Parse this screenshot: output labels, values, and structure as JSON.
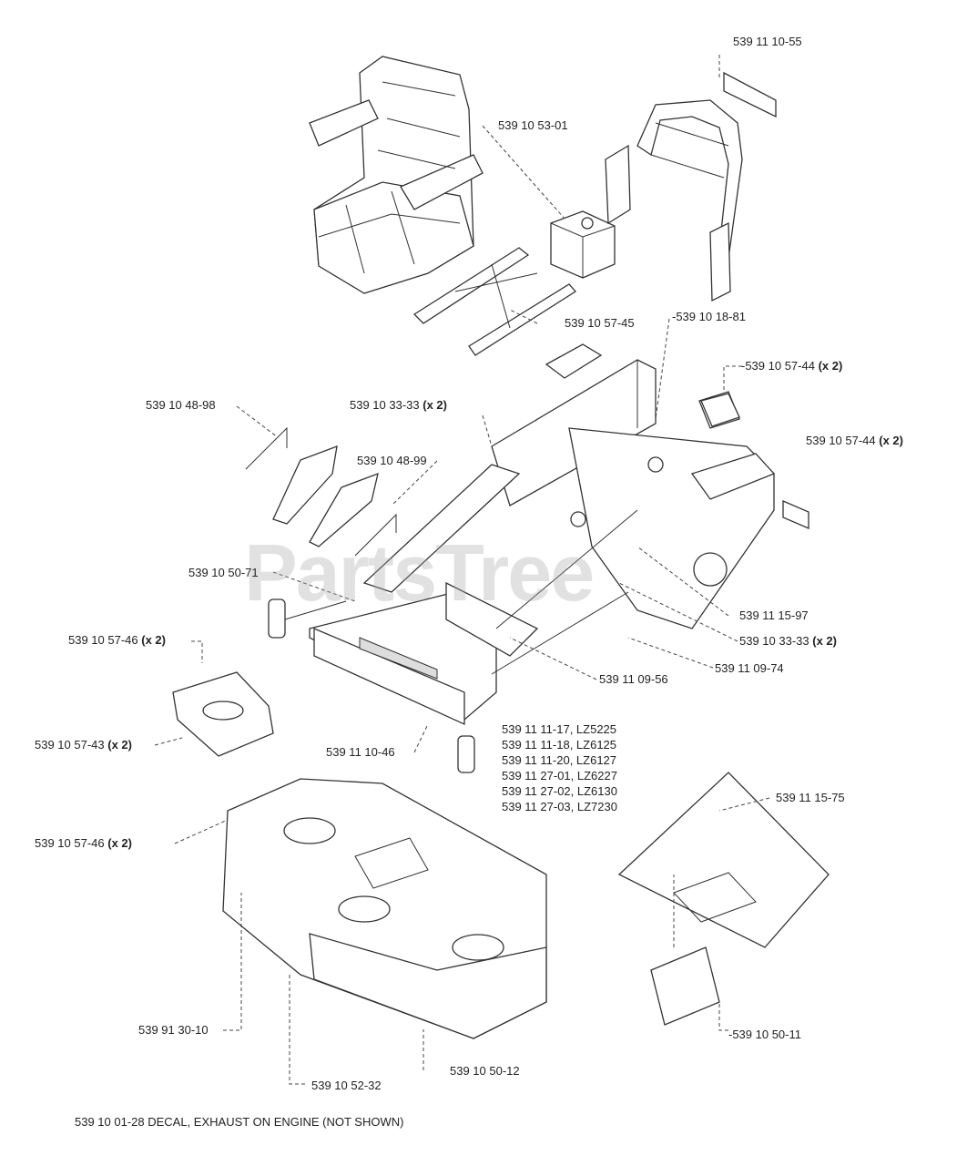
{
  "watermark": "PartsTree",
  "callouts": [
    {
      "id": "c1",
      "text": "539 11 10-55",
      "qty": ""
    },
    {
      "id": "c2",
      "text": "539 10 53-01",
      "qty": ""
    },
    {
      "id": "c3",
      "text": "539 10 57-45",
      "qty": ""
    },
    {
      "id": "c4",
      "text": "-539 10 18-81",
      "qty": ""
    },
    {
      "id": "c5",
      "text": "-539 10 57-44",
      "qty": "(x 2)"
    },
    {
      "id": "c6",
      "text": "539 10 57-44",
      "qty": "(x 2)"
    },
    {
      "id": "c7",
      "text": "539 10 48-98",
      "qty": ""
    },
    {
      "id": "c8",
      "text": "539 10 33-33",
      "qty": "(x 2)"
    },
    {
      "id": "c9",
      "text": "539 10 48-99",
      "qty": ""
    },
    {
      "id": "c10",
      "text": "539 10 50-71",
      "qty": ""
    },
    {
      "id": "c11",
      "text": "539 11 15-97",
      "qty": ""
    },
    {
      "id": "c12",
      "text": "539 10 33-33",
      "qty": "(x 2)"
    },
    {
      "id": "c13",
      "text": "539 10 57-46",
      "qty": "(x 2)"
    },
    {
      "id": "c14",
      "text": "539 11 09-56",
      "qty": ""
    },
    {
      "id": "c15",
      "text": "539 11 09-74",
      "qty": ""
    },
    {
      "id": "c16",
      "text": "539 10 57-43",
      "qty": "(x 2)"
    },
    {
      "id": "c17",
      "text": "539 11 10-46",
      "qty": ""
    },
    {
      "id": "c18",
      "text": "539 11 15-75",
      "qty": ""
    },
    {
      "id": "c19",
      "text": "539 10 57-46",
      "qty": "(x 2)"
    },
    {
      "id": "c20",
      "text": "539 91 30-10",
      "qty": ""
    },
    {
      "id": "c21",
      "text": "539 10 50-12",
      "qty": ""
    },
    {
      "id": "c22",
      "text": "-539 10 50-11",
      "qty": ""
    },
    {
      "id": "c23",
      "text": "539 10 52-32",
      "qty": ""
    }
  ],
  "model_list": [
    "539 11 11-17, LZ5225",
    "539 11 11-18, LZ6125",
    "539 11 11-20, LZ6127",
    "539 11 27-01, LZ6227",
    "539 11 27-02, LZ6130",
    "539 11 27-03, LZ7230"
  ],
  "footer": "539 10 01-28 DECAL, EXHAUST ON ENGINE (NOT SHOWN)"
}
